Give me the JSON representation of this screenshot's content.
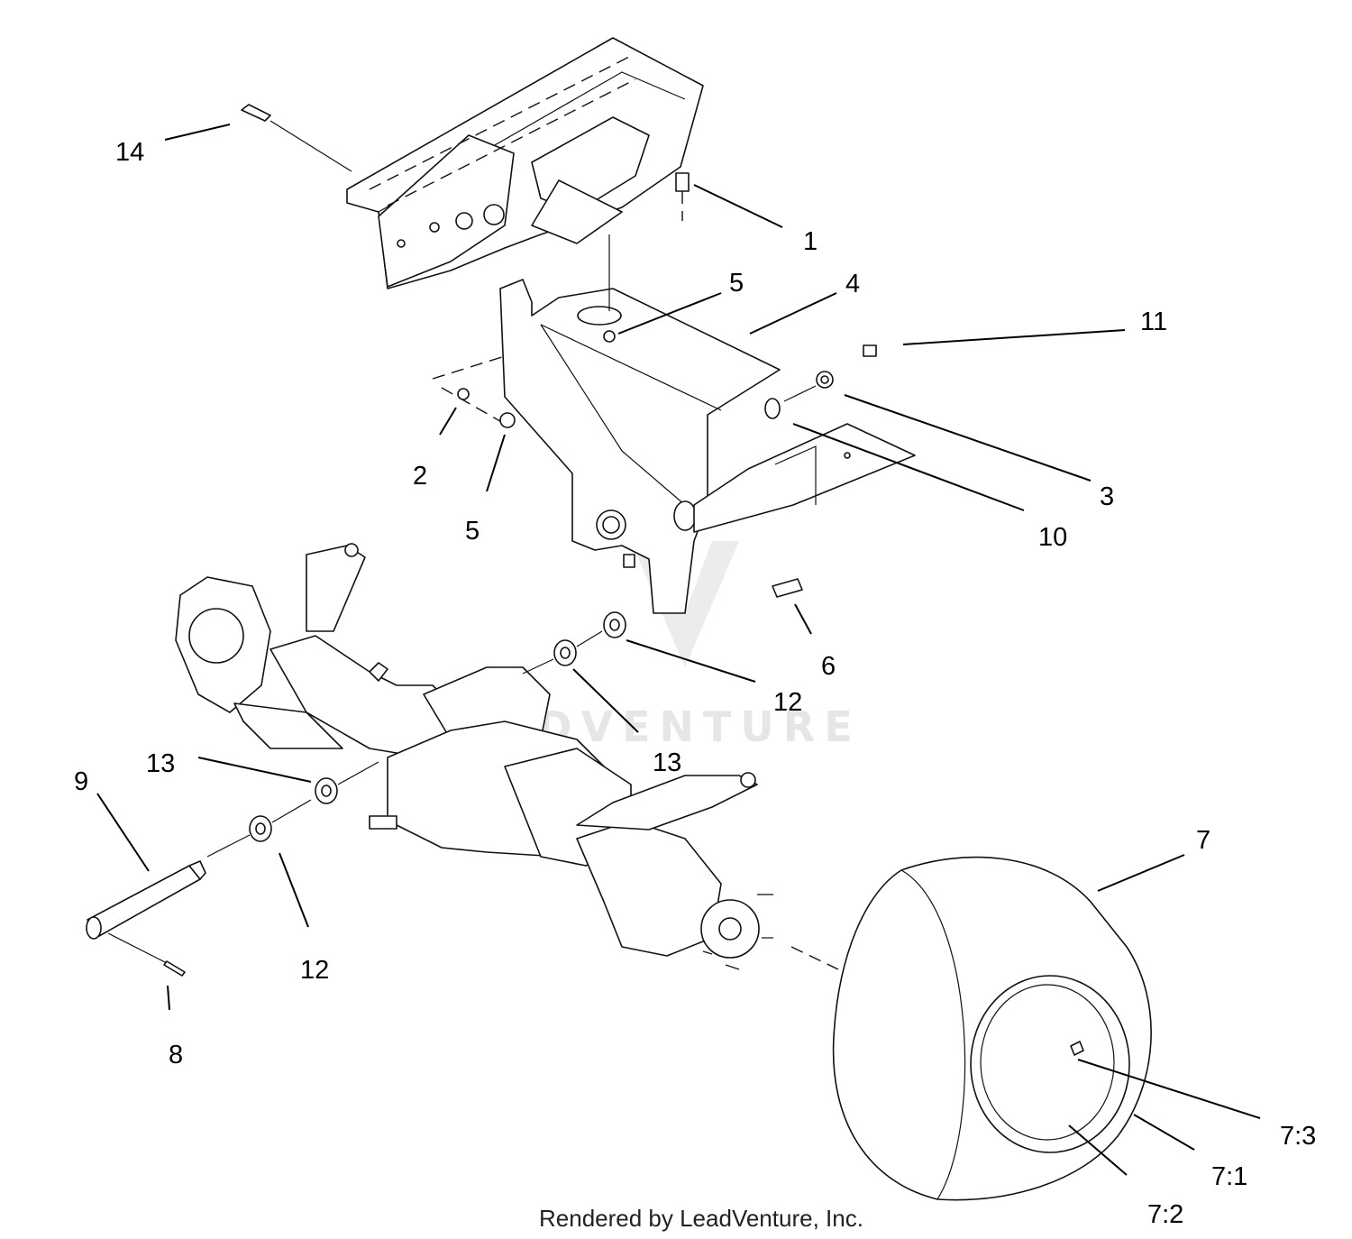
{
  "watermark_text": "LEADVENTURE",
  "credit_text": "Rendered by LeadVenture, Inc.",
  "callouts": {
    "c14": "14",
    "c1": "1",
    "c5a": "5",
    "c4": "4",
    "c11": "11",
    "c2": "2",
    "c5b": "5",
    "c3": "3",
    "c10": "10",
    "c6": "6",
    "c12a": "12",
    "c13a": "13",
    "c13b": "13",
    "c9": "9",
    "c12b": "12",
    "c8": "8",
    "c7": "7",
    "c7_3": "7:3",
    "c7_1": "7:1",
    "c7_2": "7:2"
  },
  "colors": {
    "ink": "#000000",
    "watermark": "#e6e6e6"
  }
}
